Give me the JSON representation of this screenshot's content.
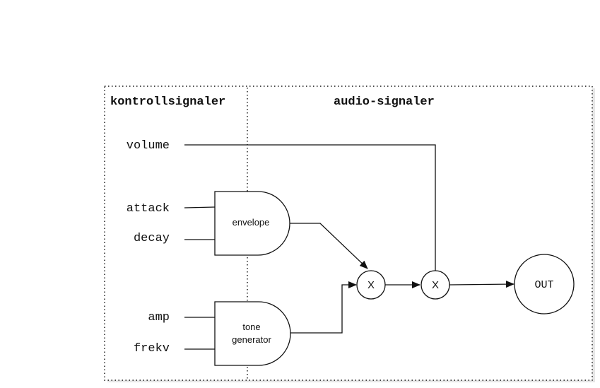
{
  "sections": {
    "control_title": "kontrollsignaler",
    "audio_title": "audio-signaler"
  },
  "inputs": {
    "volume": "volume",
    "attack": "attack",
    "decay": "decay",
    "amp": "amp",
    "frekv": "frekv"
  },
  "blocks": {
    "envelope": "envelope",
    "tone_line1": "tone",
    "tone_line2": "generator"
  },
  "operators": {
    "mult1": "X",
    "mult2": "X"
  },
  "output": "OUT"
}
